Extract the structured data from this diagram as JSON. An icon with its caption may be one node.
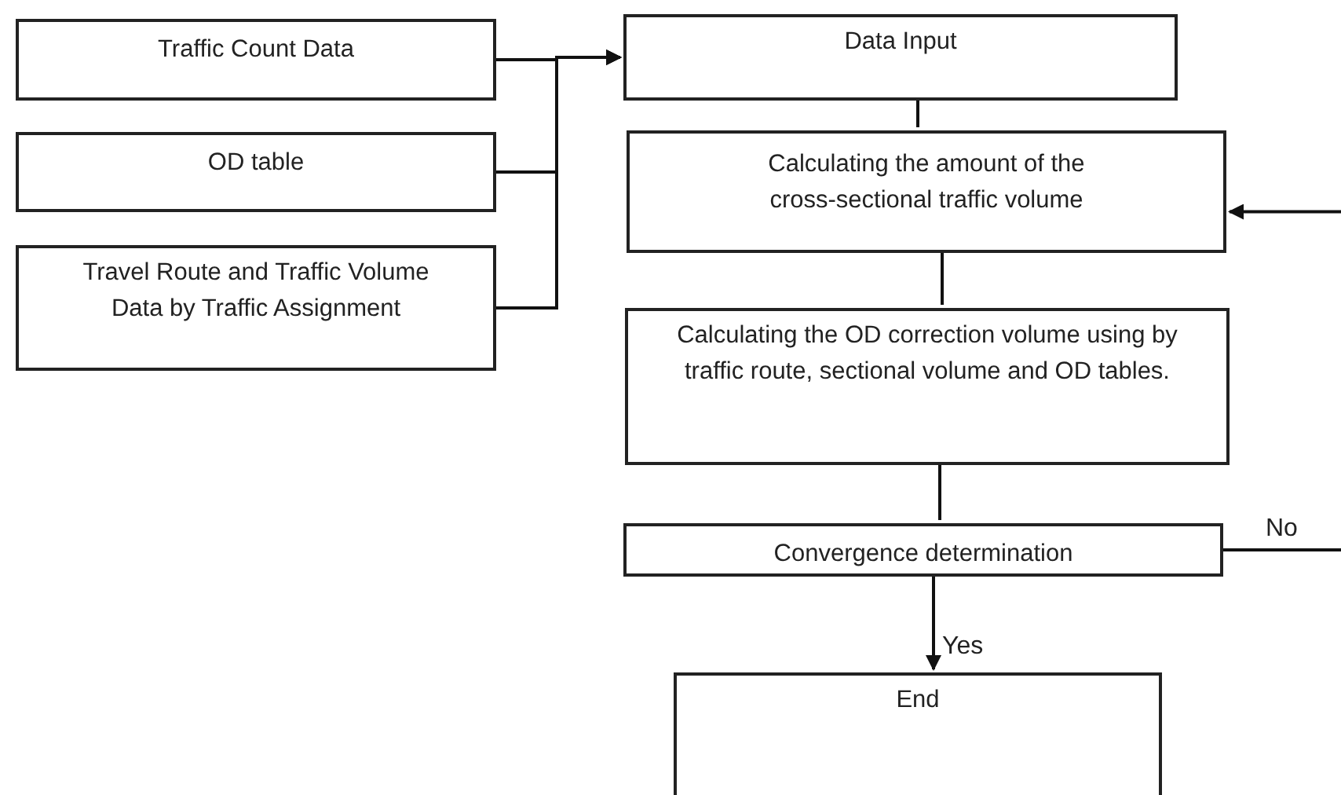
{
  "diagram": {
    "nodes": [
      {
        "text": [
          "Traffic Count Data"
        ]
      },
      {
        "text": [
          "OD table"
        ]
      },
      {
        "text": [
          "Travel Route and Traffic Volume Data by Traffic Assignment"
        ]
      },
      {
        "text": [
          "Data Input"
        ]
      },
      {
        "text": [
          "Calculating the amount of the cross-sectional traffic volume"
        ]
      },
      {
        "text": [
          "Calculating the OD correction volume using by traffic route, sectional volume and OD tables."
        ]
      },
      {
        "text": [
          "Convergence determination"
        ]
      },
      {
        "text": [
          "End"
        ]
      }
    ],
    "edges": [
      {
        "from": 0,
        "to": 3,
        "arrow": "to"
      },
      {
        "from": 1,
        "to": 3,
        "arrow": "to"
      },
      {
        "from": 2,
        "to": 3,
        "arrow": "to"
      },
      {
        "from": 3,
        "to": 4,
        "arrow": "none"
      },
      {
        "from": 4,
        "to": 5,
        "arrow": "none"
      },
      {
        "from": 5,
        "to": 6,
        "arrow": "none"
      },
      {
        "from": 6,
        "to": 7,
        "arrow": "to",
        "label": "Yes"
      },
      {
        "from": 6,
        "to": null,
        "arrow": "none",
        "label": "No"
      },
      {
        "from": null,
        "to": 4,
        "arrow": "to"
      }
    ]
  }
}
